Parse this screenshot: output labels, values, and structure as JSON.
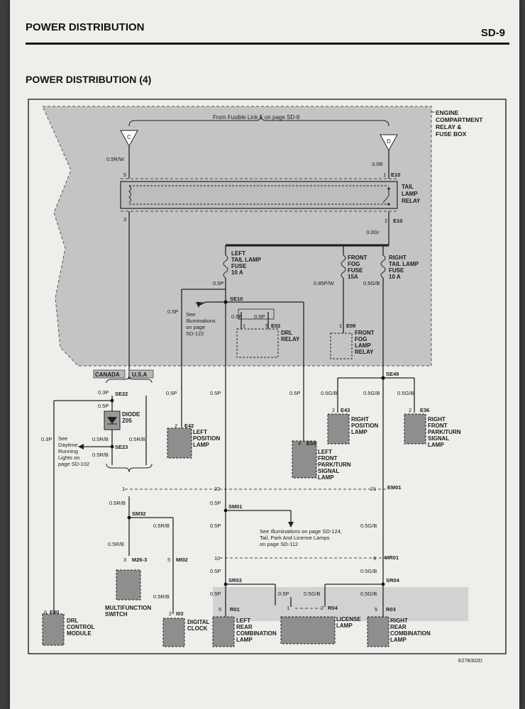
{
  "header": {
    "title": "POWER DISTRIBUTION",
    "page_number": "SD-9"
  },
  "section_title": "POWER DISTRIBUTION (4)",
  "figure_code": "E27B302D",
  "fuse_box": {
    "label": [
      "ENGINE",
      "COMPARTMENT",
      "RELAY &",
      "FUSE BOX"
    ],
    "from_text": "From Fusible Link F on page SD-8",
    "connector_c": "C",
    "connector_d": "D",
    "tail_lamp_relay": [
      "TAIL",
      "LAMP",
      "RELAY"
    ],
    "connector_e10_top": "E10",
    "connector_e10_bottom": "E10",
    "left_tail_fuse": [
      "LEFT",
      "TAIL LAMP",
      "FUSE",
      "10 A"
    ],
    "front_fog_fuse": [
      "FRONT",
      "FOG",
      "FUSE",
      "15A"
    ],
    "right_tail_fuse": [
      "RIGHT",
      "TAIL LAMP",
      "FUSE",
      "10 A"
    ],
    "drl_relay": [
      "DRL",
      "RELAY"
    ],
    "front_fog_relay": [
      "FRONT",
      "FOG",
      "LAMP",
      "RELAY"
    ]
  },
  "wires": {
    "w05rw": "0.5R/W",
    "w30r": "3.0R",
    "w30gr": "3.0Gr",
    "w05p": "0.5P",
    "w085pw": "0.85P/W",
    "w05gb": "0.5G/B",
    "w03p": "0.3P",
    "w05rb": "0.5R/B"
  },
  "pins": {
    "p5": "5",
    "p3": "3",
    "p1": "1",
    "p2": "2",
    "p4": "4",
    "p6": "6",
    "p9": "9",
    "p10": "10",
    "p21": "21",
    "p22": "22"
  },
  "splices": {
    "se10": "SE10",
    "se49": "SE49",
    "se22": "SE22",
    "se23": "SE23",
    "sm32": "SM32",
    "sm01": "SM01",
    "sr03": "SR03",
    "sr04": "SR04"
  },
  "connectors": {
    "e02": "E02",
    "e09": "E09",
    "e42": "E42",
    "e34": "E34",
    "e43": "E43",
    "e36": "E36",
    "e40": "E40",
    "em01": "EM01",
    "mr01": "MR01",
    "m26": "M26-3",
    "mi02": "MI02",
    "i03": "I03",
    "r01": "R01",
    "r04": "R04",
    "r03": "R03"
  },
  "canada": "CANADA",
  "usa": "U.S.A",
  "diode": [
    "DIODE",
    "Z05"
  ],
  "notes": {
    "illum_122": [
      "See",
      "Illuminations",
      "on page",
      "SD-122"
    ],
    "drl_102": [
      "See",
      "Daytime",
      "Running",
      "Lights on",
      "page SD-102"
    ],
    "illum_124": [
      "See Illuminations on page SD-124,",
      "Tail, Park And License Lamps",
      "on page SD-112"
    ]
  },
  "components": {
    "left_position_lamp": [
      "LEFT",
      "POSITION",
      "LAMP"
    ],
    "left_front_park": [
      "LEFT",
      "FRONT",
      "PARK/TURN",
      "SIGNAL",
      "LAMP"
    ],
    "right_position_lamp": [
      "RIGHT",
      "POSITION",
      "LAMP"
    ],
    "right_front_park": [
      "RIGHT",
      "FRONT",
      "PARK/TURN",
      "SIGNAL",
      "LAMP"
    ],
    "multifunction_switch": [
      "MULTIFUNCTION",
      "SWITCH"
    ],
    "drl_control_module": [
      "DRL",
      "CONTROL",
      "MODULE"
    ],
    "digital_clock": [
      "DIGITAL",
      "CLOCK"
    ],
    "left_rear_combination": [
      "LEFT",
      "REAR",
      "COMBINATION",
      "LAMP"
    ],
    "license_lamp": [
      "LICENSE",
      "LAMP"
    ],
    "right_rear_combination": [
      "RIGHT",
      "REAR",
      "COMBINATION",
      "LAMP"
    ]
  }
}
